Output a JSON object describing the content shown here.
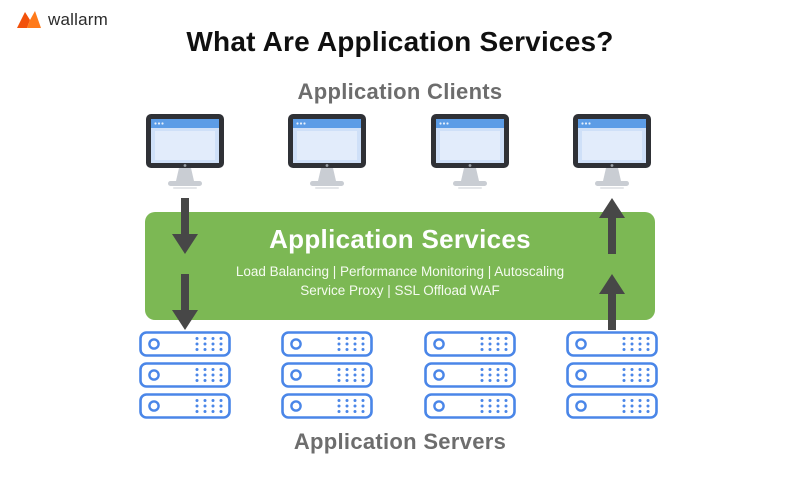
{
  "logo": {
    "brand": "wallarm"
  },
  "title": "What Are Application Services?",
  "clients": {
    "label": "Application Clients",
    "count": 4
  },
  "services": {
    "title": "Application Services",
    "line1": "Load Balancing | Performance Monitoring | Autoscaling",
    "line2": "Service Proxy | SSL Offload WAF"
  },
  "servers": {
    "label": "Application Servers",
    "count": 4,
    "units_per_rack": 3
  },
  "colors": {
    "accent-green": "#7CB854",
    "server-blue": "#4A86E8",
    "arrow-gray": "#474747",
    "label-gray": "#6D6D6D",
    "logo-orange": "#FF6A13"
  }
}
